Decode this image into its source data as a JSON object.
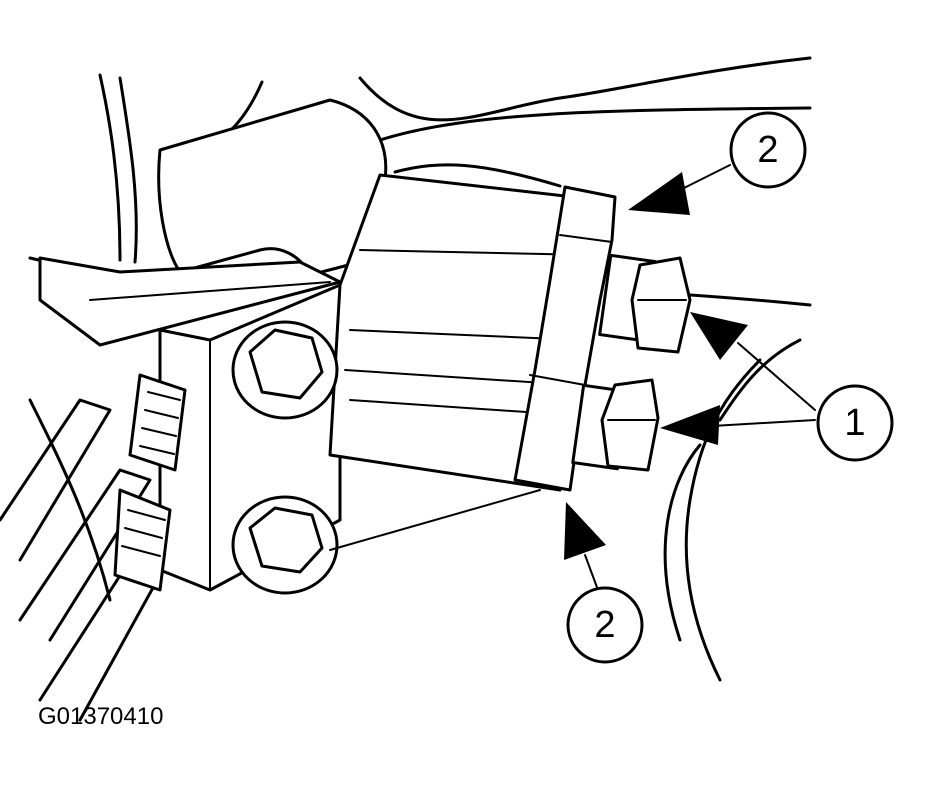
{
  "figure": {
    "id_label": "G01370410",
    "callouts": [
      {
        "key": "top",
        "label": "2"
      },
      {
        "key": "right",
        "label": "1"
      },
      {
        "key": "bottom",
        "label": "2"
      }
    ]
  }
}
